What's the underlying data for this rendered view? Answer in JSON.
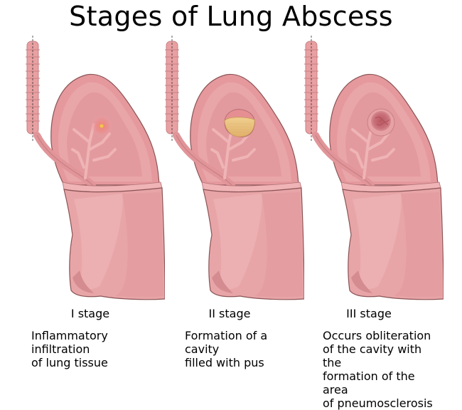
{
  "title": "Stages of Lung Abscess",
  "colors": {
    "lung_fill": "#e9a5a8",
    "lung_dark": "#d98b8f",
    "lung_light": "#f1b7b8",
    "outline": "#8a5355",
    "pus": "#e7c07a",
    "inflammation": "#e8787c",
    "sclerosis": "#c56a70"
  },
  "stages": [
    {
      "label": "I stage",
      "description": "Inflammatory infiltration\nof lung tissue",
      "lesion": "inflammation-focus"
    },
    {
      "label": "II stage",
      "description": "Formation of a cavity\nfilled with pus",
      "lesion": "pus-filled-cavity"
    },
    {
      "label": "III stage",
      "description": "Occurs obliteration\nof the cavity with the\nformation of the area\nof pneumosclerosis",
      "lesion": "pneumosclerosis-area"
    }
  ]
}
